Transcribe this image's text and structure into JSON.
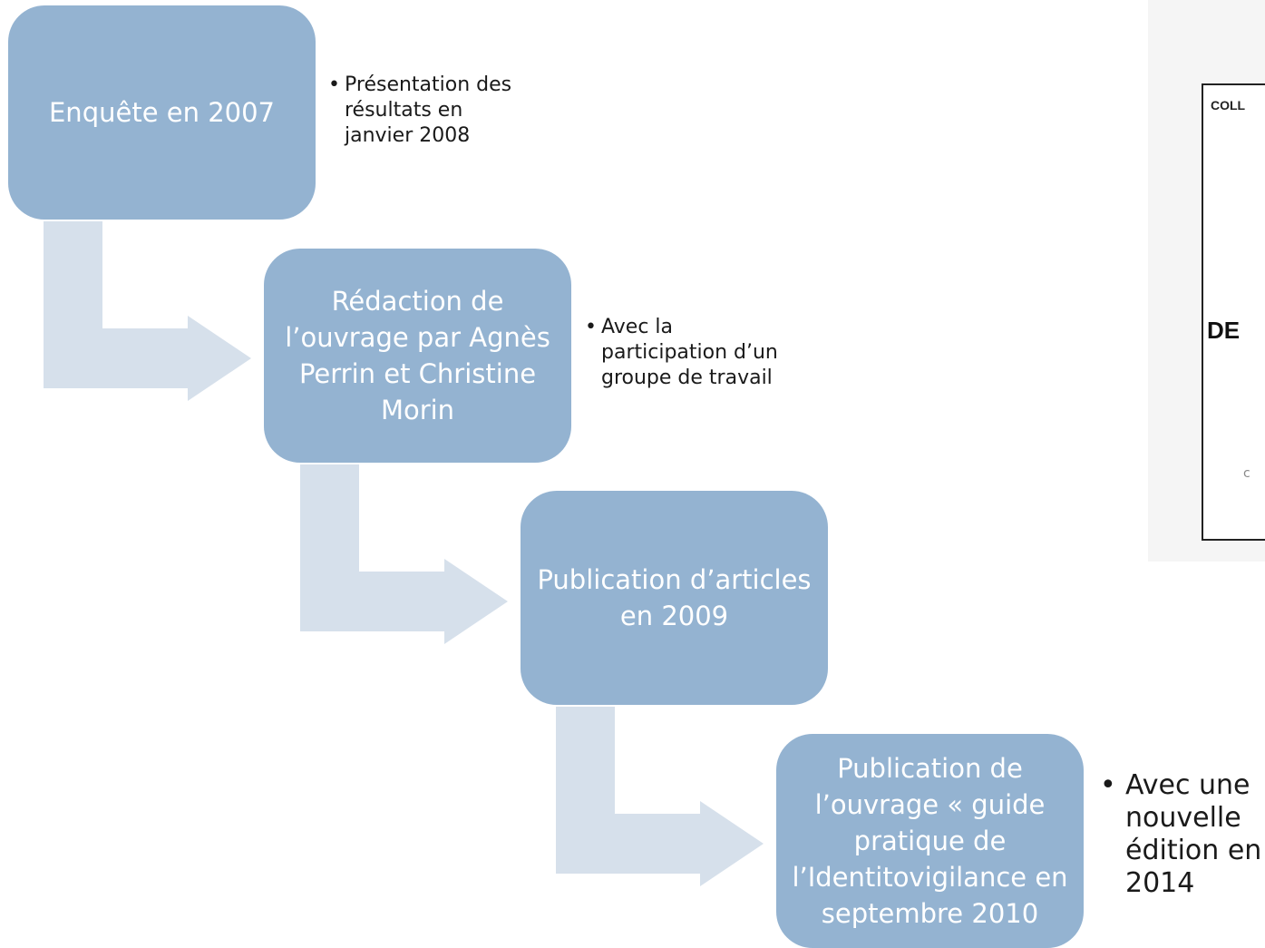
{
  "steps": [
    {
      "label": "Enquête en 2007"
    },
    {
      "label": "Rédaction de l’ouvrage par Agnès Perrin et Christine Morin"
    },
    {
      "label": "Publication d’articles en 2009"
    },
    {
      "label": "Publication de l’ouvrage « guide pratique de l’Identitovigilance en septembre 2010"
    }
  ],
  "notes": [
    {
      "bullet": "•",
      "text": "Présentation des résultats en janvier 2008"
    },
    {
      "bullet": "•",
      "text": "Avec la participation d’un groupe de travail"
    },
    {
      "bullet": "•",
      "text": "Avec une nouvelle édition en 2014"
    }
  ],
  "book_cover": {
    "collection_text": "COLL",
    "title_text": "DE",
    "mark_text": "c"
  },
  "colors": {
    "box": "#94b3d1",
    "arrow": "#d6e0eb",
    "box_text": "#ffffff"
  }
}
